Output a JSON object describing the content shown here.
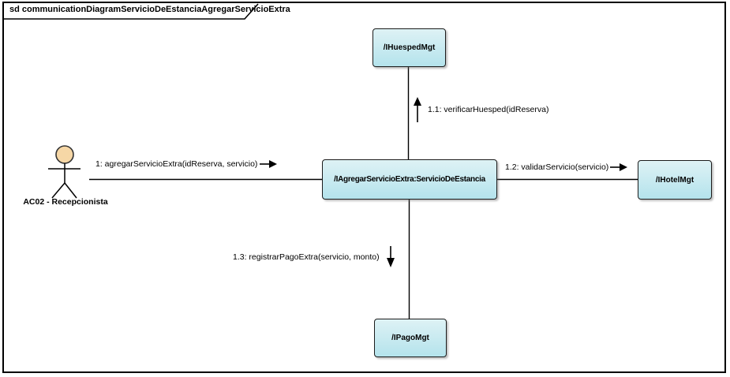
{
  "frame": {
    "title": "sd communicationDiagramServicioDeEstanciaAgregarServicioExtra"
  },
  "actor": {
    "label": "AC02 - Recepcionista"
  },
  "nodes": {
    "huesped": {
      "label": "/IHuespedMgt"
    },
    "central": {
      "label": "/IAgregarServicioExtra:ServicioDeEstancia"
    },
    "hotel": {
      "label": "/IHotelMgt"
    },
    "pago": {
      "label": "/IPagoMgt"
    }
  },
  "messages": {
    "m1": {
      "label": "1: agregarServicioExtra(idReserva, servicio)",
      "direction": "right"
    },
    "m1_1": {
      "label": "1.1: verificarHuesped(idReserva)",
      "direction": "up"
    },
    "m1_2": {
      "label": "1.2: validarServicio(servicio)",
      "direction": "right"
    },
    "m1_3": {
      "label": "1.3: registrarPagoExtra(servicio, monto)",
      "direction": "down"
    }
  },
  "colors": {
    "node_fill_top": "#def2f5",
    "node_fill_bottom": "#b4e3ec",
    "node_border": "#1c1c1c",
    "actor_head": "#f6d7a6",
    "line": "#000000",
    "background": "#ffffff"
  }
}
